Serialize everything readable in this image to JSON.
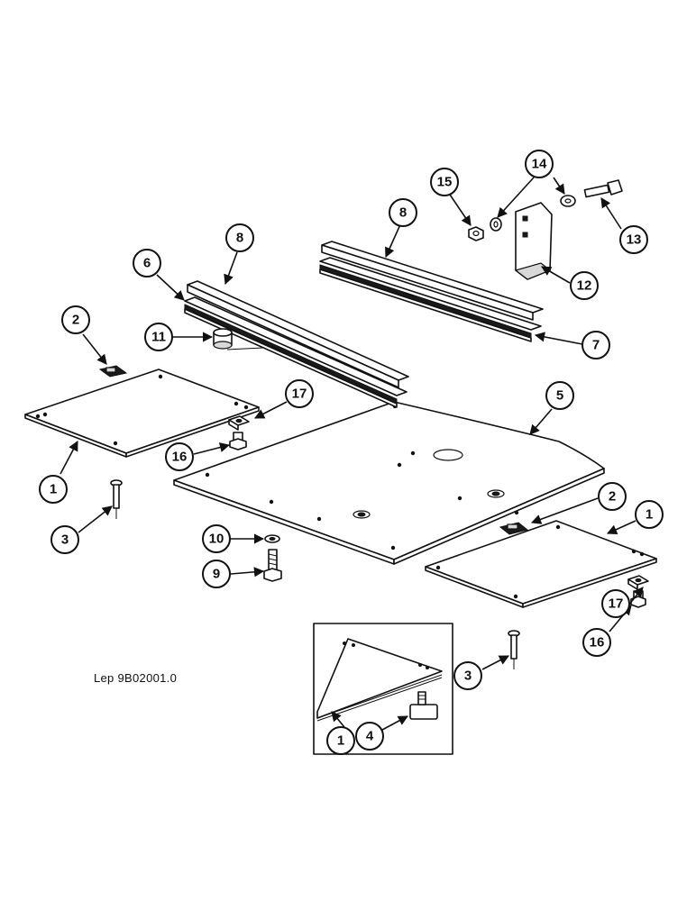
{
  "reference_code": "Lep 9B02001.0",
  "callouts": [
    "1",
    "2",
    "3",
    "4",
    "5",
    "6",
    "7",
    "8",
    "9",
    "10",
    "11",
    "12",
    "13",
    "14",
    "15",
    "16",
    "17"
  ]
}
